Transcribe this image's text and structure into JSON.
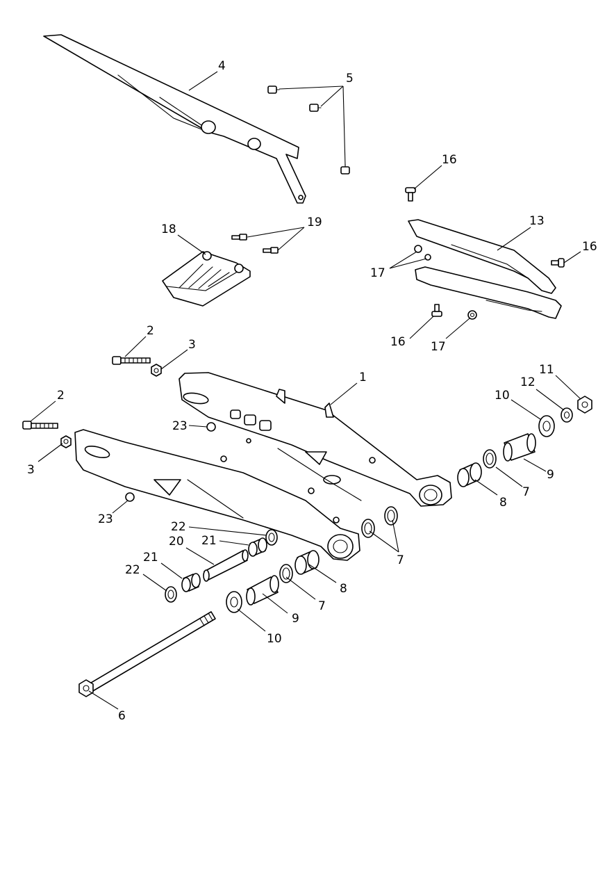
{
  "callouts": {
    "c1": "1",
    "c2a": "2",
    "c2b": "2",
    "c3a": "3",
    "c3b": "3",
    "c4": "4",
    "c5": "5",
    "c6": "6",
    "c7a": "7",
    "c7b": "7",
    "c7c": "7",
    "c8a": "8",
    "c8b": "8",
    "c9a": "9",
    "c9b": "9",
    "c10a": "10",
    "c10b": "10",
    "c11": "11",
    "c12": "12",
    "c13": "13",
    "c16a": "16",
    "c16b": "16",
    "c16c": "16",
    "c17a": "17",
    "c17b": "17",
    "c18": "18",
    "c19": "19",
    "c20": "20",
    "c21a": "21",
    "c21b": "21",
    "c22a": "22",
    "c22b": "22",
    "c23a": "23",
    "c23b": "23"
  }
}
